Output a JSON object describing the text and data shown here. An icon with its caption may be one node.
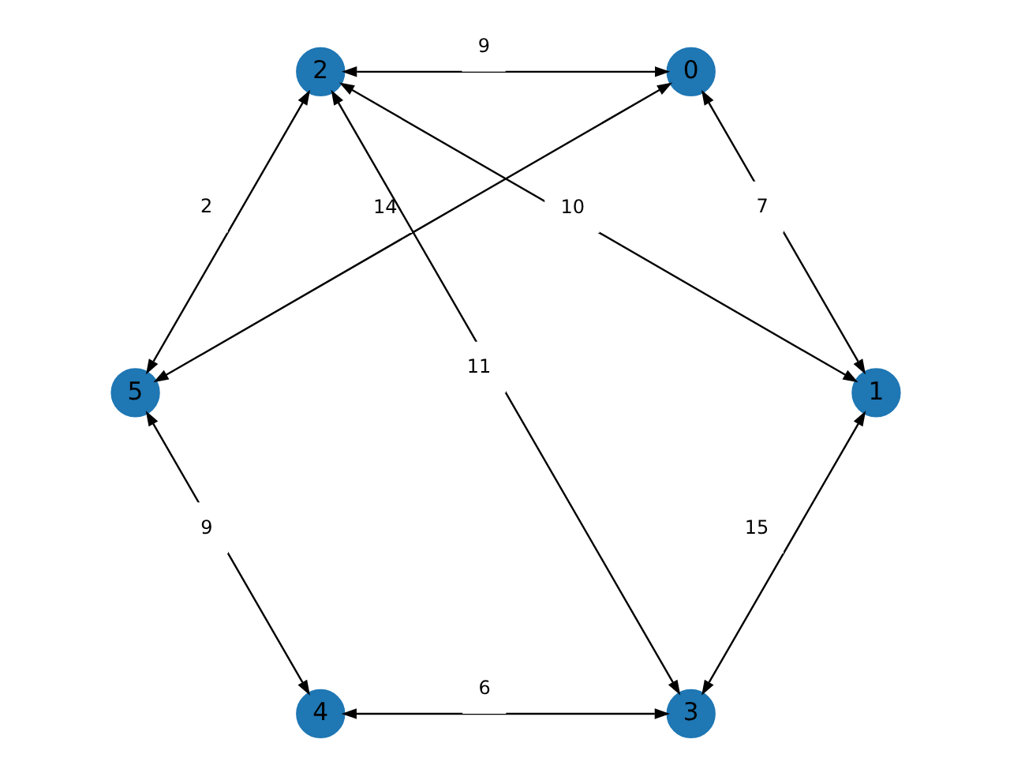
{
  "diagram": {
    "nodes": [
      {
        "text": [
          "0"
        ]
      },
      {
        "text": [
          "1"
        ]
      },
      {
        "text": [
          "2"
        ]
      },
      {
        "text": [
          "3"
        ]
      },
      {
        "text": [
          "4"
        ]
      },
      {
        "text": [
          "5"
        ]
      }
    ],
    "edges": [
      {
        "from": 0,
        "to": 2,
        "arrow": "both",
        "label": "9"
      },
      {
        "from": 0,
        "to": 1,
        "arrow": "both",
        "label": "7"
      },
      {
        "from": 0,
        "to": 5,
        "arrow": "both",
        "label": "14"
      },
      {
        "from": 2,
        "to": 5,
        "arrow": "both",
        "label": "2"
      },
      {
        "from": 2,
        "to": 1,
        "arrow": "both",
        "label": "10"
      },
      {
        "from": 2,
        "to": 3,
        "arrow": "both",
        "label": "11"
      },
      {
        "from": 1,
        "to": 3,
        "arrow": "both",
        "label": "15"
      },
      {
        "from": 5,
        "to": 4,
        "arrow": "both",
        "label": "9"
      },
      {
        "from": 4,
        "to": 3,
        "arrow": "both",
        "label": "6"
      }
    ]
  }
}
